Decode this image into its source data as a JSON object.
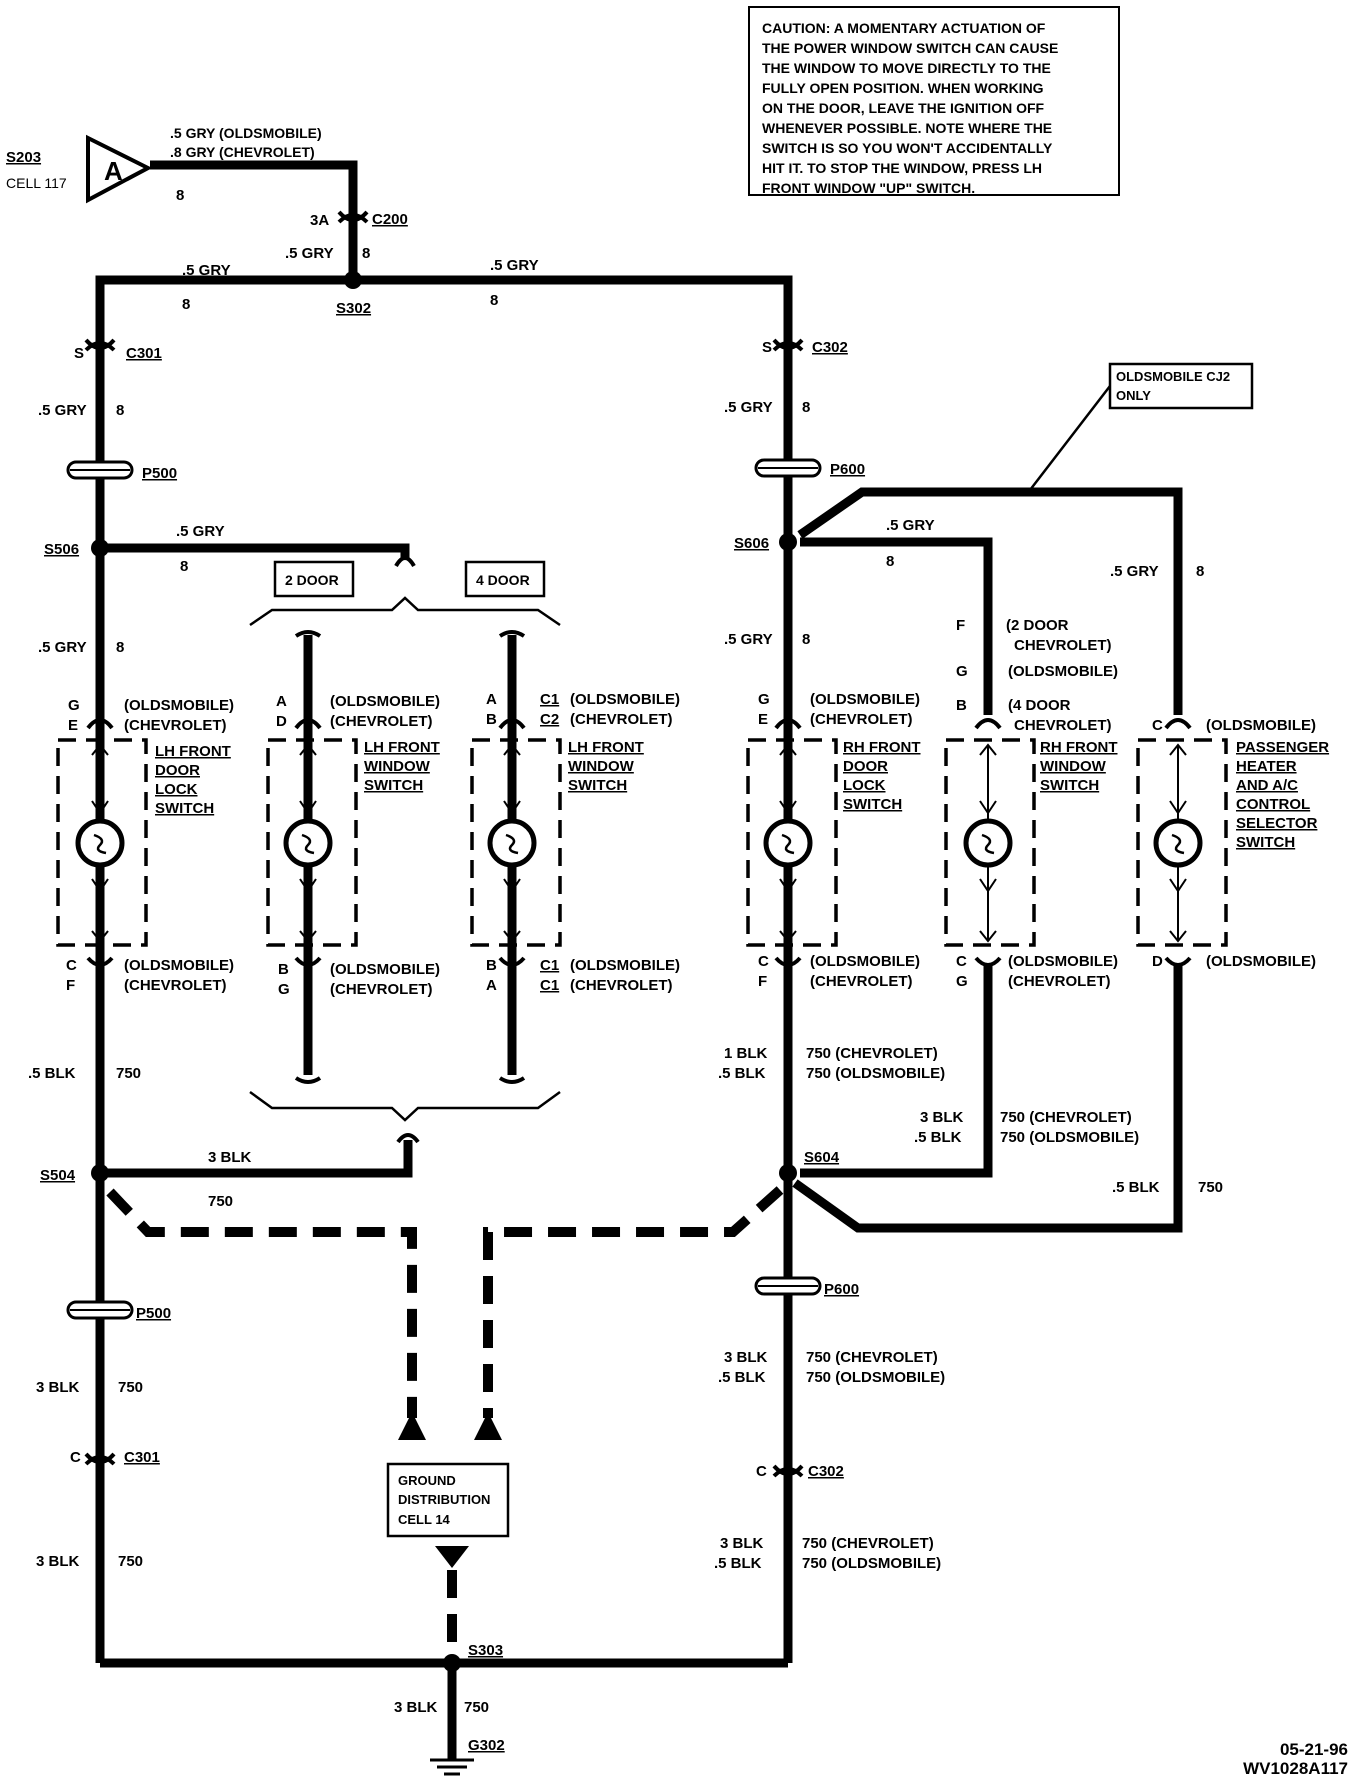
{
  "caution": {
    "lines": [
      "CAUTION:  A MOMENTARY ACTUATION OF",
      "THE POWER WINDOW SWITCH CAN CAUSE",
      "THE WINDOW TO MOVE DIRECTLY TO THE",
      "FULLY OPEN POSITION.  WHEN WORKING",
      "ON THE DOOR, LEAVE THE IGNITION OFF",
      "WHENEVER POSSIBLE.  NOTE WHERE THE",
      "SWITCH IS SO YOU WON'T ACCIDENTALLY",
      "HIT IT.  TO STOP THE WINDOW, PRESS LH",
      "FRONT WINDOW \"UP\" SWITCH."
    ]
  },
  "source": {
    "splice": "S203",
    "cell": "CELL  117",
    "letter": "A",
    "wire_olds": ".5 GRY  (OLDSMOBILE)",
    "wire_chev": ".8 GRY  (CHEVROLET)",
    "circuit": "8"
  },
  "connectors": {
    "c200": "C200",
    "c200_pin": "3A",
    "c301": "C301",
    "c302": "C302",
    "p500": "P500",
    "p600": "P600",
    "s302": "S302",
    "s506": "S506",
    "s606": "S606",
    "s504": "S504",
    "s604": "S604",
    "s303": "S303",
    "g302": "G302",
    "pin_s": "S",
    "pin_c": "C"
  },
  "wires": {
    "gry": ".5 GRY",
    "gry_dot": ".5  GRY",
    "c8": "8",
    "c750": "750",
    "blk05": ".5  BLK",
    "blk3": "3  BLK",
    "blk1": "1  BLK",
    "w750_chev": "750  (CHEVROLET)",
    "w750_olds": "750  (OLDSMOBILE)"
  },
  "labels": {
    "oldsmobile": "(OLDSMOBILE)",
    "chevrolet": "(CHEVROLET)",
    "two_door": "2  DOOR",
    "four_door": "4  DOOR",
    "olds_cj2_1": "OLDSMOBILE  CJ2",
    "olds_cj2_2": "ONLY",
    "two_door_chev_1": "(2  DOOR",
    "two_door_chev_2": "CHEVROLET)",
    "four_door_chev_1": "(4  DOOR",
    "four_door_chev_2": "CHEVROLET)",
    "ground_1": "GROUND",
    "ground_2": "DISTRIBUTION",
    "ground_3": "CELL  14"
  },
  "pins": {
    "g": "G",
    "e": "E",
    "c": "C",
    "f": "F",
    "a": "A",
    "b": "B",
    "d": "D",
    "c1": "C1",
    "c2": "C2"
  },
  "switches": {
    "lh_door_lock": [
      "LH FRONT",
      "DOOR",
      "LOCK",
      "SWITCH"
    ],
    "lh_window_2d": [
      "LH FRONT",
      "WINDOW",
      "SWITCH"
    ],
    "lh_window_4d": [
      "LH FRONT",
      "WINDOW",
      "SWITCH"
    ],
    "rh_door_lock": [
      "RH FRONT",
      "DOOR",
      "LOCK",
      "SWITCH"
    ],
    "rh_window": [
      "RH FRONT",
      "WINDOW",
      "SWITCH"
    ],
    "heater": [
      "PASSENGER",
      "HEATER",
      "AND  A/C",
      "CONTROL",
      "SELECTOR",
      "SWITCH"
    ]
  },
  "stamp": {
    "date": "05-21-96",
    "code": "WV1028A117"
  }
}
